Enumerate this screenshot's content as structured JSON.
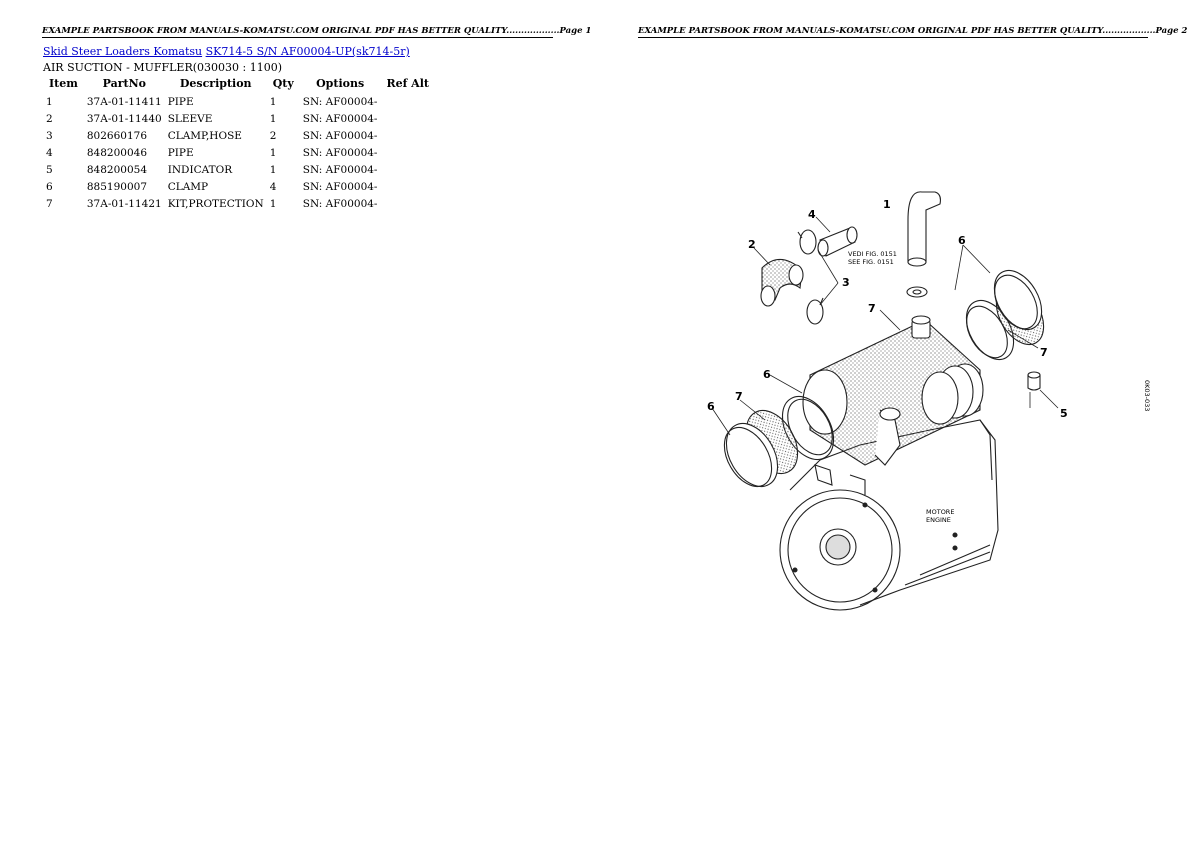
{
  "header": {
    "page1": "EXAMPLE PARTSBOOK FROM MANUALS-KOMATSU.COM ORIGINAL PDF HAS BETTER QUALITY..................Page 1",
    "page2": "EXAMPLE PARTSBOOK FROM MANUALS-KOMATSU.COM ORIGINAL PDF HAS BETTER QUALITY..................Page 2"
  },
  "breadcrumb": {
    "link1": "Skid Steer Loaders Komatsu",
    "link2": "SK714-5 S/N AF00004-UP(sk714-5r)"
  },
  "section_title": "AIR SUCTION - MUFFLER(030030 : 1100)",
  "table": {
    "headers": [
      "Item",
      "PartNo",
      "Description",
      "Qty",
      "Options",
      "Ref Alt"
    ],
    "rows": [
      [
        "1",
        "37A-01-11411",
        "PIPE",
        "1",
        "SN: AF00004-",
        ""
      ],
      [
        "2",
        "37A-01-11440",
        "SLEEVE",
        "1",
        "SN: AF00004-",
        ""
      ],
      [
        "3",
        "802660176",
        "CLAMP,HOSE",
        "2",
        "SN: AF00004-",
        ""
      ],
      [
        "4",
        "848200046",
        "PIPE",
        "1",
        "SN: AF00004-",
        ""
      ],
      [
        "5",
        "848200054",
        "INDICATOR",
        "1",
        "SN: AF00004-",
        ""
      ],
      [
        "6",
        "885190007",
        "CLAMP",
        "4",
        "SN: AF00004-",
        ""
      ],
      [
        "7",
        "37A-01-11421",
        "KIT,PROTECTION",
        "1",
        "SN: AF00004-",
        ""
      ]
    ]
  },
  "diagram": {
    "callouts": [
      "1",
      "2",
      "3",
      "4",
      "5",
      "6",
      "7"
    ],
    "ref_text_1": "VEDI FIG. 0151",
    "ref_text_2": "SEE FIG. 0151",
    "engine_label_1": "MOTORE",
    "engine_label_2": "ENGINE",
    "drawing_code": "0K03-033"
  }
}
